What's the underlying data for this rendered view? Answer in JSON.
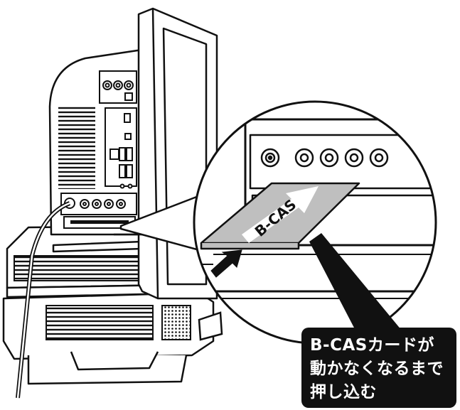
{
  "card": {
    "label": "B-CAS"
  },
  "callout": {
    "lines": [
      "B-CASカードが",
      "動かなくなるまで",
      "押し込む"
    ]
  },
  "colors": {
    "ink": "#111111",
    "card_fill": "#bfbfbf",
    "paper": "#ffffff"
  }
}
